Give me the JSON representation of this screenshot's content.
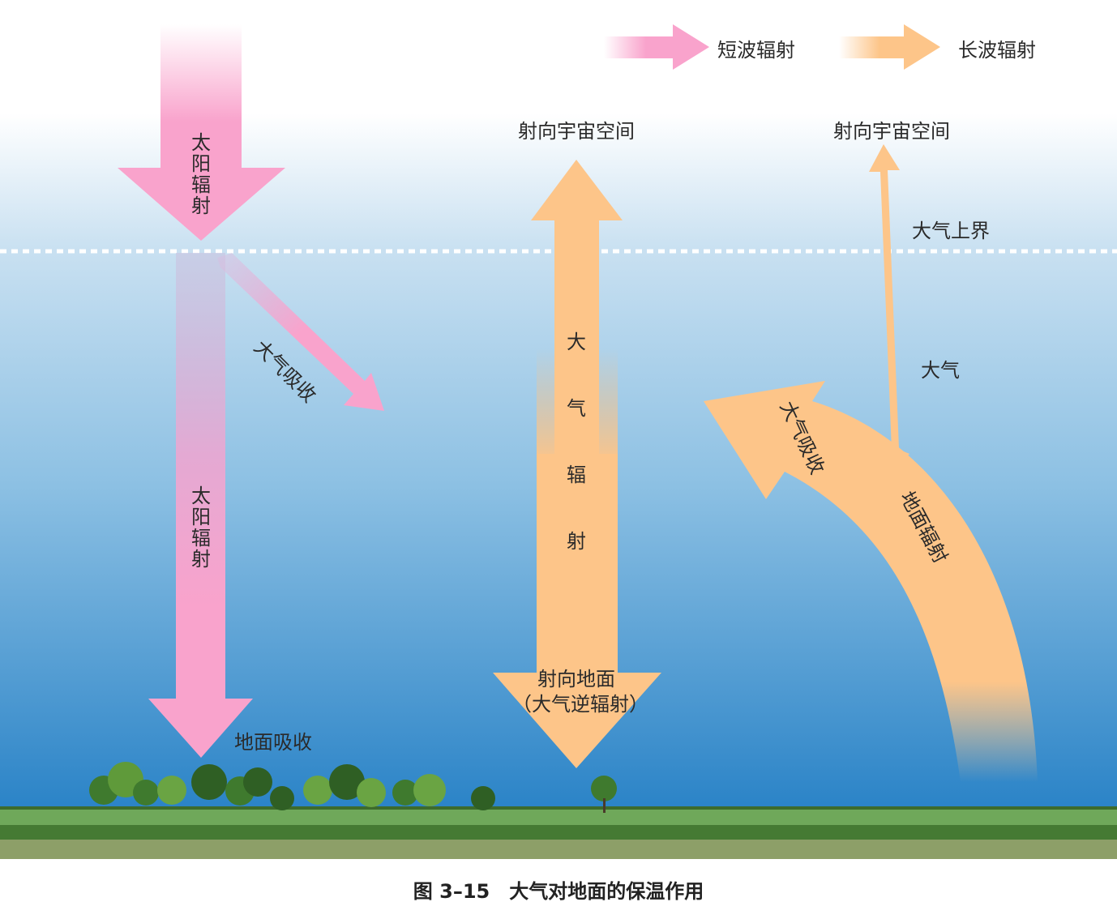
{
  "legend": {
    "shortwave": "短波辐射",
    "longwave": "长波辐射"
  },
  "labels": {
    "solar_top": [
      "太",
      "阳",
      "辐",
      "射"
    ],
    "solar_bottom": [
      "太",
      "阳",
      "辐",
      "射"
    ],
    "atm_absorb_left": "大气吸收",
    "ground_absorb": "地面吸收",
    "to_space_1": "射向宇宙空间",
    "to_space_2": "射向宇宙空间",
    "atm_radiation": [
      "大",
      "气",
      "辐",
      "射"
    ],
    "to_ground": "射向地面",
    "counter_radiation": "（大气逆辐射）",
    "upper_boundary": "大气上界",
    "atmosphere": "大气",
    "atm_absorb_right": "大气吸收",
    "ground_radiation": "地面辐射"
  },
  "caption": "图 3–15　大气对地面的保温作用",
  "colors": {
    "shortwave": "#f9a3cc",
    "longwave": "#fdc589",
    "sky": "#2f86c8",
    "ground": "#5a8f44"
  }
}
